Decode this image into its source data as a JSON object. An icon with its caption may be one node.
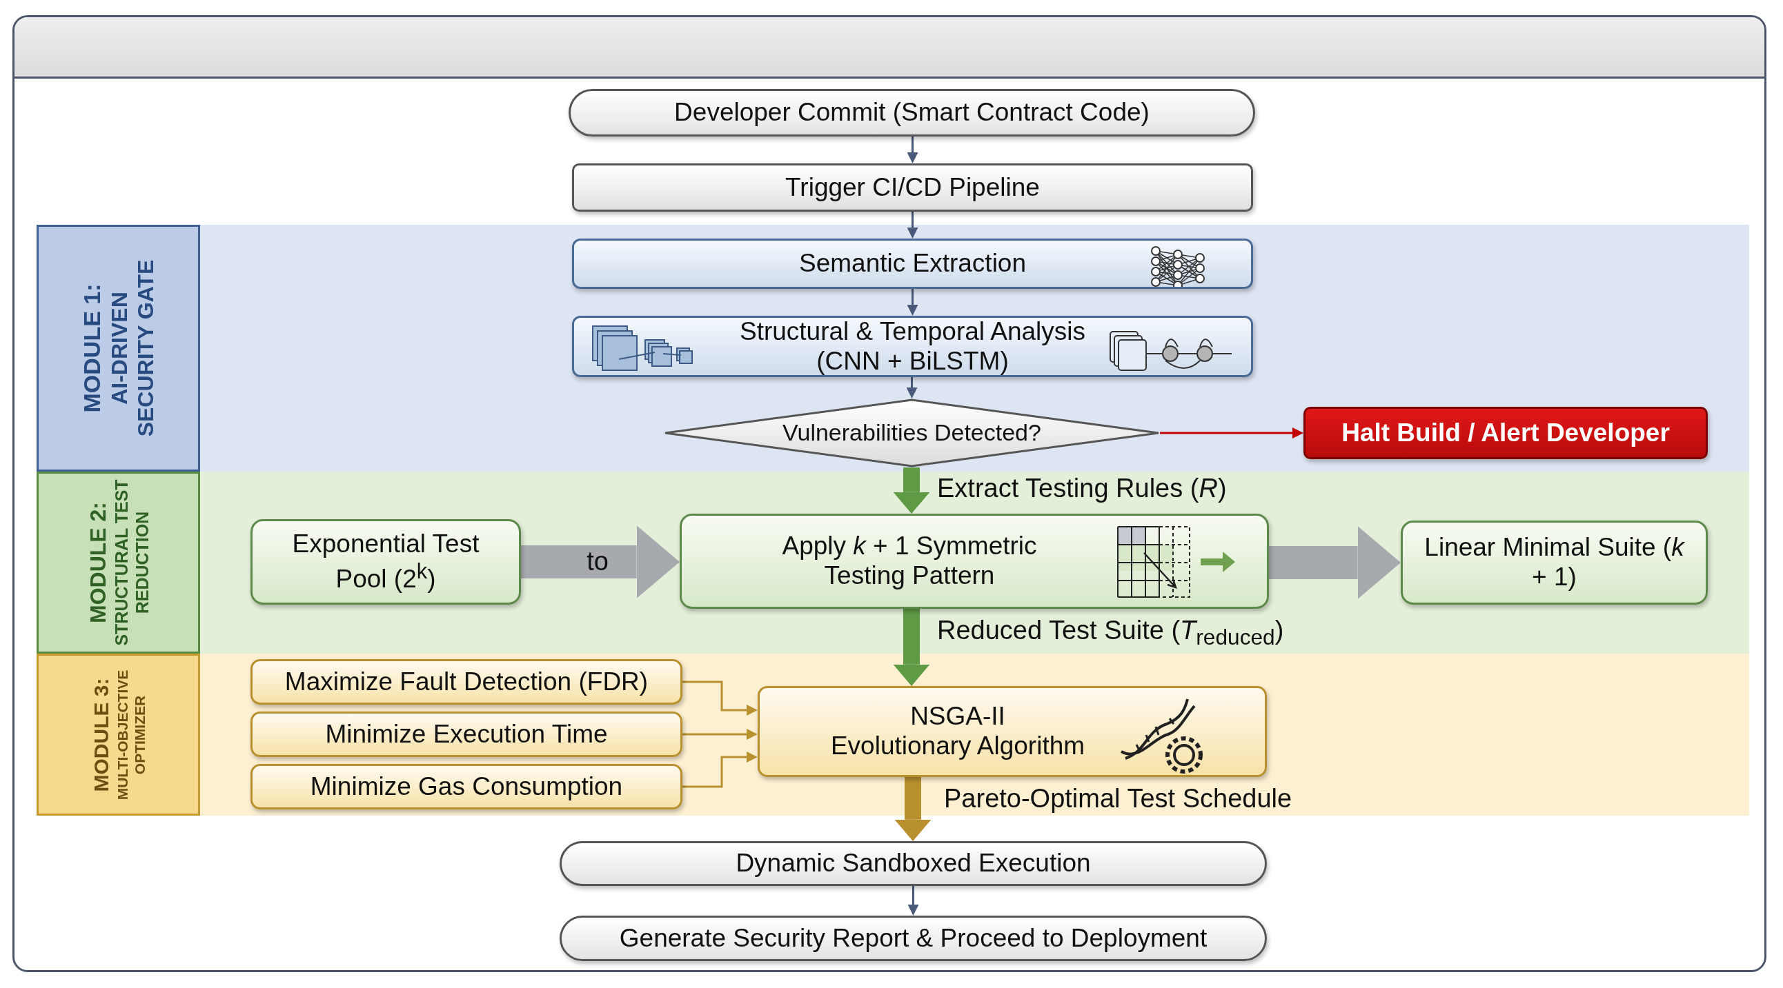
{
  "diagram": {
    "nodes": [
      {
        "text": [
          "Developer Commit (Smart Contract Code)"
        ]
      },
      {
        "text": [
          "Trigger CI/CD Pipeline"
        ]
      },
      {
        "text": [
          "MODULE 1:",
          "AI-DRIVEN SECURITY GATE"
        ]
      },
      {
        "text": [
          "Semantic Extraction"
        ]
      },
      {
        "text": [
          "Structural & Temporal Analysis (CNN + BiLSTM)"
        ]
      },
      {
        "text": [
          "Vulnerabilities Detected?"
        ]
      },
      {
        "text": [
          "Halt Build / Alert Developer"
        ]
      },
      {
        "text": [
          "MODULE 2:",
          "STRUCTURAL TEST REDUCTION"
        ]
      },
      {
        "text": [
          "Exponential Test Pool (2$^{k}$)"
        ]
      },
      {
        "text": [
          "Apply *k* + 1 Symmetric Testing Pattern"
        ]
      },
      {
        "text": [
          "Linear Minimal Suite (*k* + 1)"
        ]
      },
      {
        "text": [
          "MODULE 3:",
          "MULTI-OBJECTIVE OPTIMIZER"
        ]
      },
      {
        "text": [
          "Maximize Fault Detection (FDR)"
        ]
      },
      {
        "text": [
          "Minimize Execution Time"
        ]
      },
      {
        "text": [
          "Minimize Gas Consumption"
        ]
      },
      {
        "text": [
          "NSGA-II",
          "Evolutionary Algorithm"
        ]
      },
      {
        "text": [
          "Dynamic Sandboxed Execution"
        ]
      },
      {
        "text": [
          "Generate Security Report & Proceed to Deployment"
        ]
      }
    ],
    "edges": [
      {
        "from": 0,
        "to": 1,
        "arrow": "to"
      },
      {
        "from": 1,
        "to": 3,
        "arrow": "to"
      },
      {
        "from": 3,
        "to": 4,
        "arrow": "to"
      },
      {
        "from": 4,
        "to": 5,
        "arrow": "to"
      },
      {
        "from": 5,
        "to": 6,
        "arrow": "to",
        "color": "#c00000"
      },
      {
        "from": 5,
        "to": 9,
        "arrow": "to",
        "style": "thick",
        "color": "#5f9a45",
        "label": "Extract Testing Rules (*R*)"
      },
      {
        "from": 8,
        "to": 9,
        "arrow": "to",
        "style": "thick",
        "color": "#a6a9ae",
        "label": "to"
      },
      {
        "from": 9,
        "to": 10,
        "arrow": "to",
        "style": "thick",
        "color": "#a6a9ae"
      },
      {
        "from": 9,
        "to": 15,
        "arrow": "to",
        "style": "thick",
        "color": "#5f9a45",
        "label": "Reduced Test Suite (*T*$_{reduced}$)"
      },
      {
        "from": 12,
        "to": 15,
        "arrow": "to",
        "color": "#b8902e"
      },
      {
        "from": 13,
        "to": 15,
        "arrow": "to",
        "color": "#b8902e"
      },
      {
        "from": 14,
        "to": 15,
        "arrow": "to",
        "color": "#b8902e"
      },
      {
        "from": 15,
        "to": 16,
        "arrow": "to",
        "style": "thick",
        "color": "#b8902e",
        "label": "Pareto-Optimal Test Schedule"
      },
      {
        "from": 16,
        "to": 17,
        "arrow": "to"
      }
    ]
  }
}
